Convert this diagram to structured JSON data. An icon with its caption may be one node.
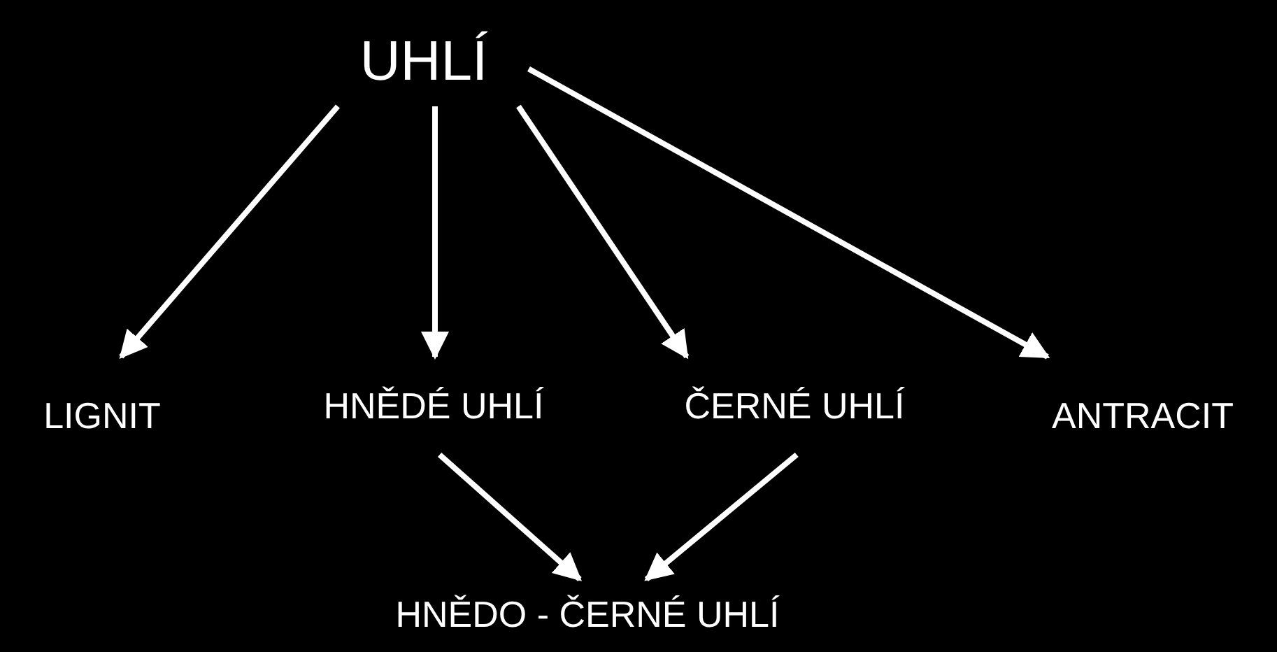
{
  "diagram": {
    "nodes": [
      {
        "text": [
          "UHLÍ"
        ]
      },
      {
        "text": [
          "LIGNIT"
        ]
      },
      {
        "text": [
          "HNĚDÉ UHLÍ"
        ]
      },
      {
        "text": [
          "ČERNÉ UHLÍ"
        ]
      },
      {
        "text": [
          "ANTRACIT"
        ]
      },
      {
        "text": [
          "HNĚDO - ČERNÉ UHLÍ"
        ]
      }
    ],
    "edges": [
      {
        "from": 0,
        "to": 1,
        "arrow": "to"
      },
      {
        "from": 0,
        "to": 2,
        "arrow": "to"
      },
      {
        "from": 0,
        "to": 3,
        "arrow": "to"
      },
      {
        "from": 0,
        "to": 4,
        "arrow": "to"
      },
      {
        "from": 2,
        "to": 5,
        "arrow": "to"
      },
      {
        "from": 3,
        "to": 5,
        "arrow": "to"
      }
    ]
  }
}
